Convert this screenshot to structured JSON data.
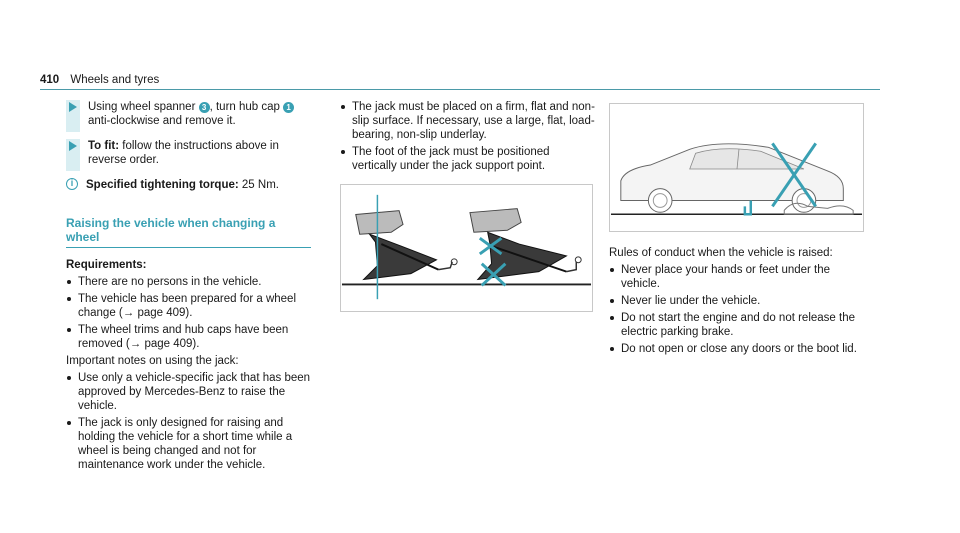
{
  "header": {
    "page_number": "410",
    "title": "Wheels and tyres"
  },
  "col1": {
    "step1": {
      "text_a": "Using wheel spanner ",
      "num_a": "3",
      "text_b": ", turn hub cap ",
      "num_b": "1",
      "text_c": "anti-clockwise and remove it."
    },
    "step2": {
      "label": "To fit:",
      "text": " follow the instructions above in reverse order."
    },
    "info": {
      "label": "Specified tightening torque:",
      "value": " 25 Nm."
    },
    "section_title": "Raising the vehicle when changing a wheel",
    "requirements_label": "Requirements:",
    "requirements": [
      "There are no persons in the vehicle.",
      "The vehicle has been prepared for a wheel change (→ page 409).",
      "The wheel trims and hub caps have been removed (→ page 409)."
    ],
    "notes_intro": "Important notes on using the jack:",
    "notes": [
      "Use only a vehicle-specific jack that has been approved by Mercedes-Benz to raise the vehicle.",
      "The jack is only designed for raising and holding the vehicle for a short time while a wheel is being changed and not for maintenance work under the vehicle."
    ]
  },
  "col2": {
    "bullets": [
      "The jack must be placed on a firm, flat and non-slip surface. If necessary, use a large, flat, load-bearing, non-slip underlay.",
      "The foot of the jack must be positioned vertically under the jack support point."
    ]
  },
  "col3": {
    "intro": "Rules of conduct when the vehicle is raised:",
    "bullets": [
      "Never place your hands or feet under the vehicle.",
      "Never lie under the vehicle.",
      "Do not start the engine and do not release the electric parking brake.",
      "Do not open or close any doors or the boot lid."
    ]
  },
  "colors": {
    "accent": "#39a0b3",
    "accent_light": "#d9eef2",
    "line": "#4b9aa8"
  },
  "icons": {
    "step": "arrow-right-icon",
    "info": "info-icon"
  }
}
